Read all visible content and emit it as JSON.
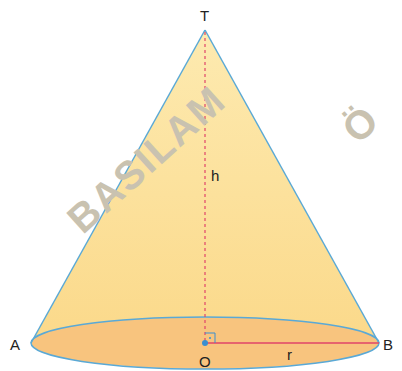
{
  "diagram": {
    "labels": [
      "T",
      "h",
      "A",
      "O",
      "r",
      "B",
      "BASILAM",
      "Ö"
    ]
  }
}
